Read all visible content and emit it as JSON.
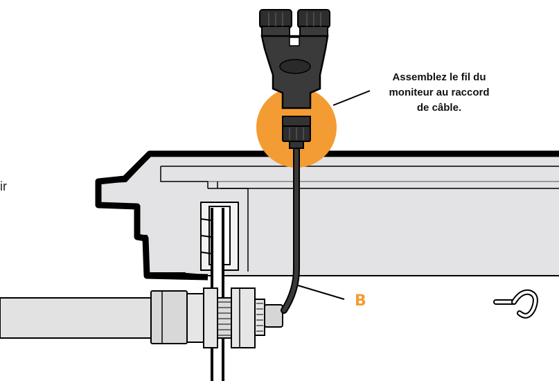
{
  "callout": {
    "lines": [
      "Assemblez le fil du",
      "moniteur au raccord",
      "de câble."
    ]
  },
  "label_b": "B",
  "cut_text": "ir",
  "colors": {
    "accent": "#F39C34",
    "label": "#F39C34",
    "housing": "#E3E3E5",
    "cable": "#3A3A3A",
    "outline": "#000000",
    "pipe": "#E2E2E2"
  },
  "icons": {
    "hook": "hook-icon"
  }
}
